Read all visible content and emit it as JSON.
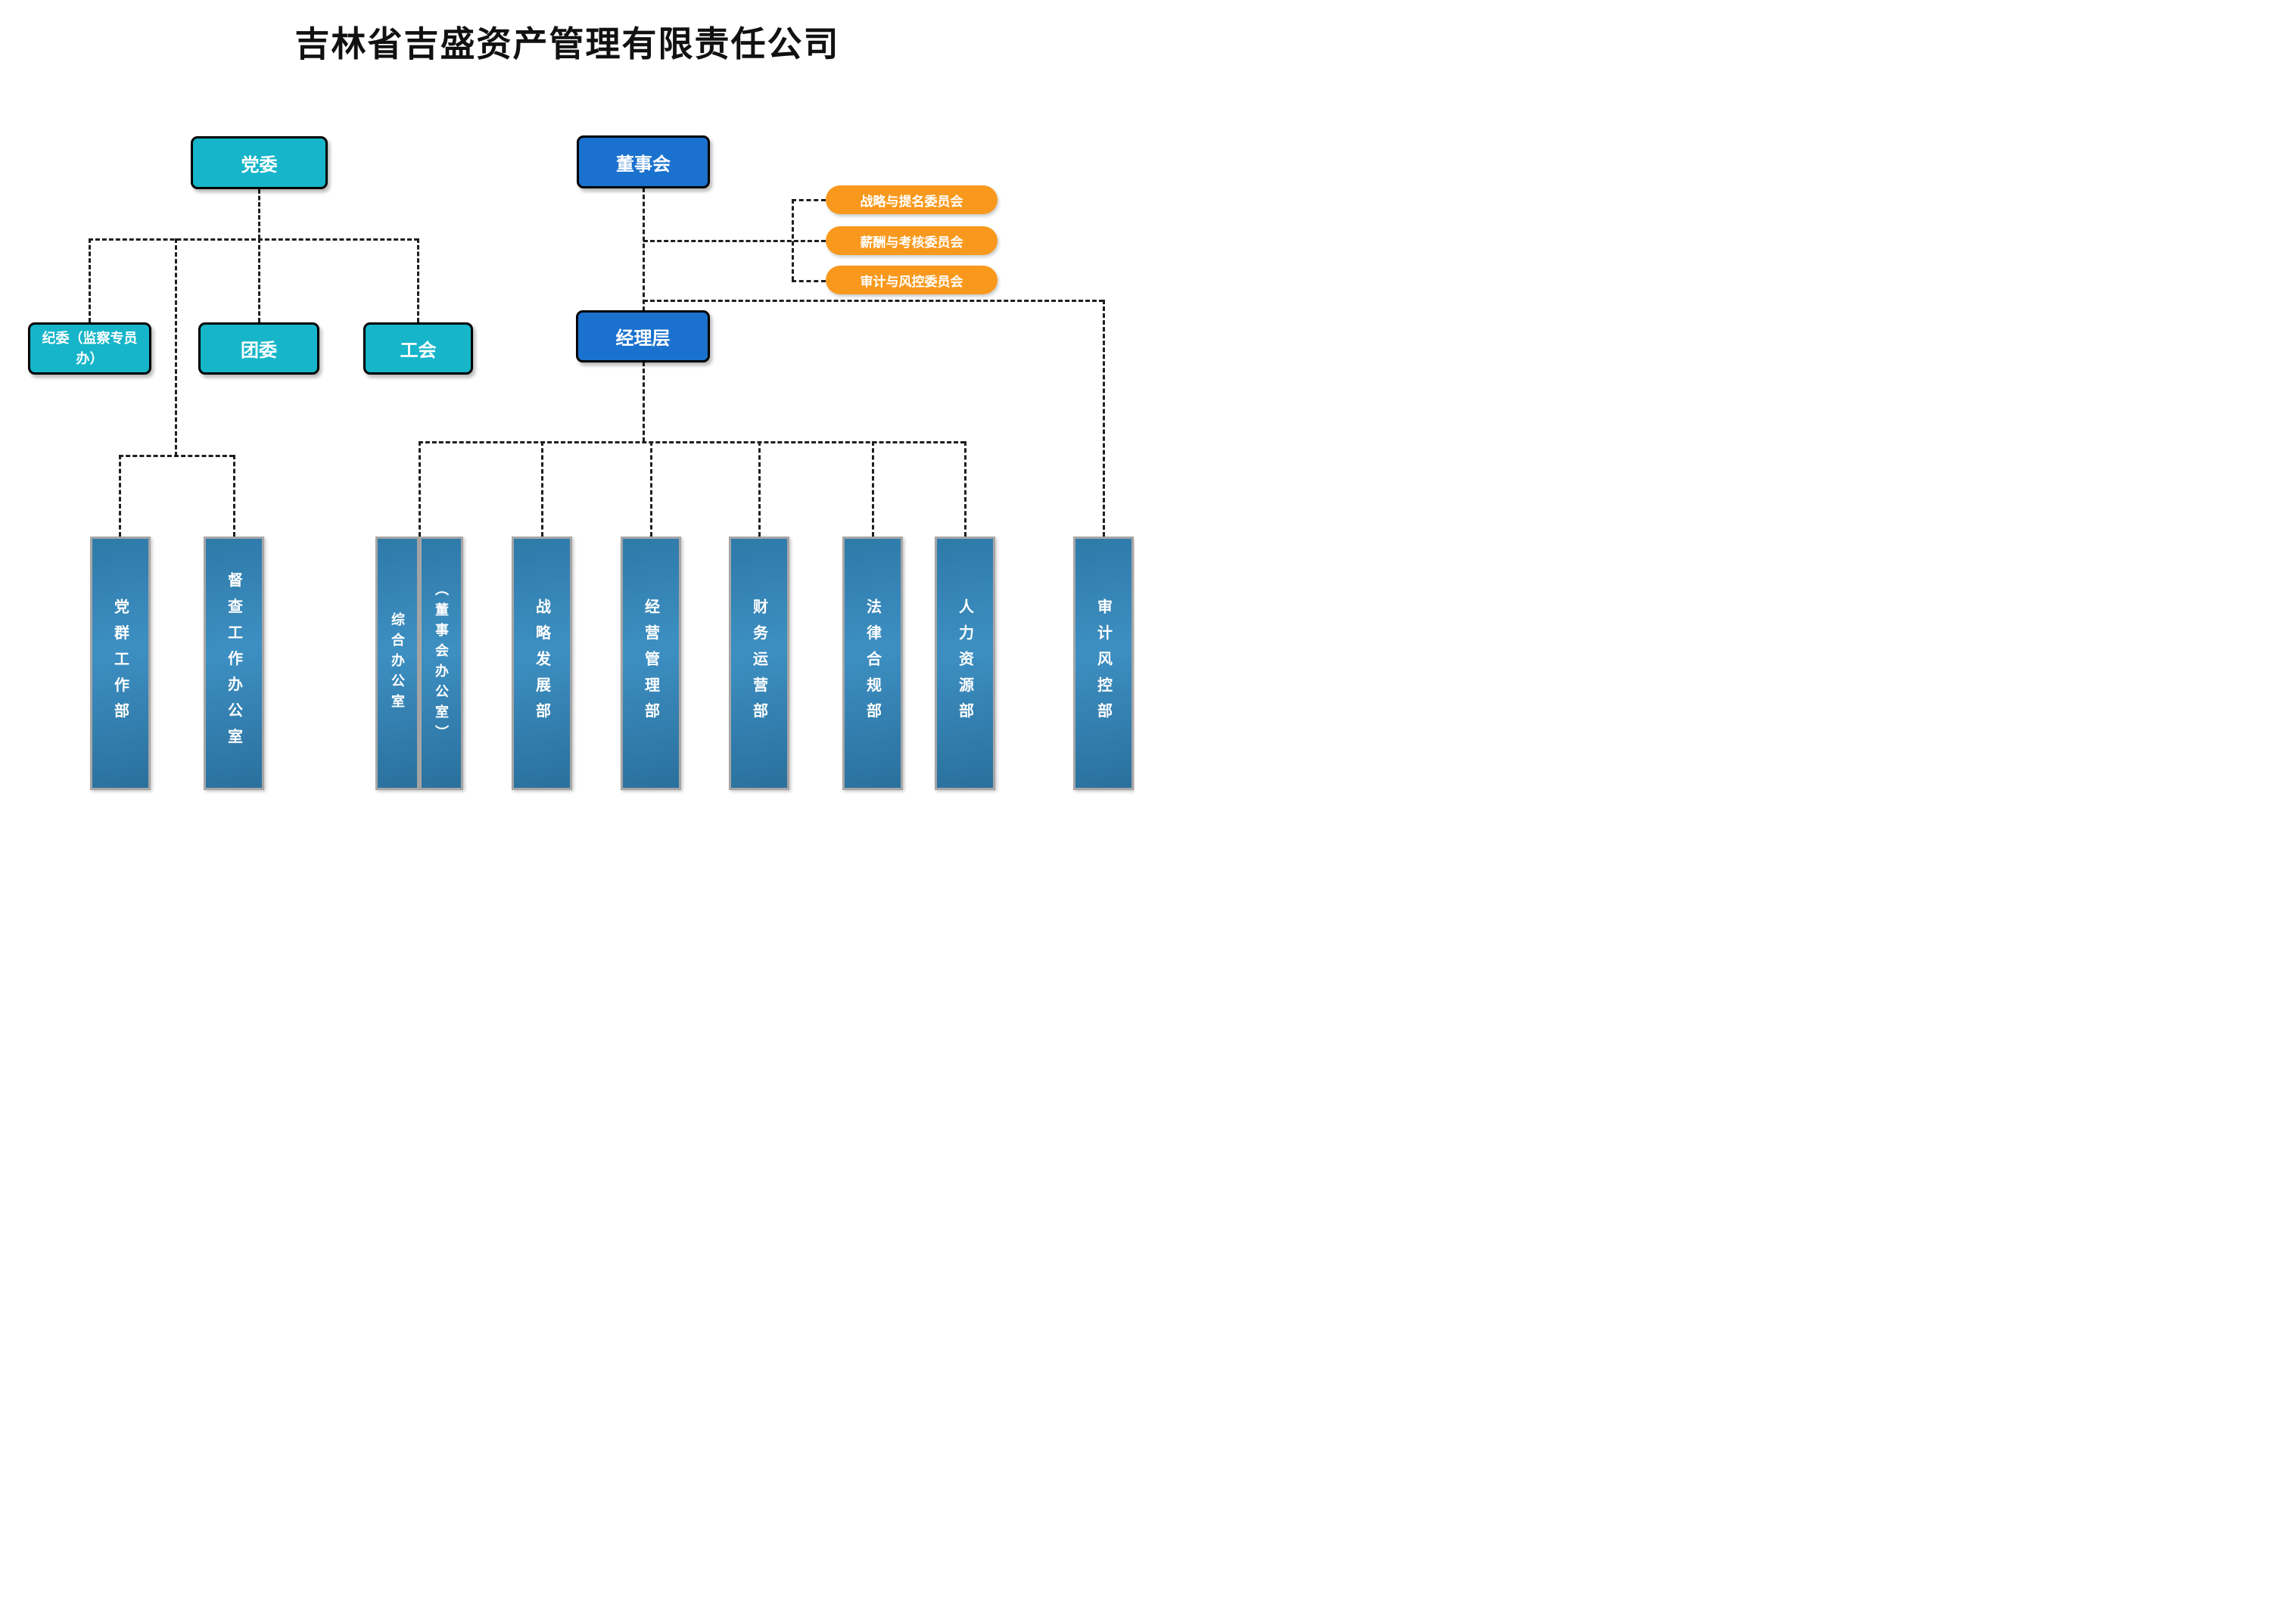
{
  "title": "吉林省吉盛资产管理有限责任公司",
  "nodes": {
    "party_committee": {
      "label": "党委"
    },
    "board": {
      "label": "董事会"
    },
    "discipline": {
      "label": "纪委（监察专员办）"
    },
    "youth_league": {
      "label": "团委"
    },
    "labor_union": {
      "label": "工会"
    },
    "management": {
      "label": "经理层"
    }
  },
  "committees": [
    {
      "label": "战略与提名委员会"
    },
    {
      "label": "薪酬与考核委员会"
    },
    {
      "label": "审计与风控委员会"
    }
  ],
  "departments": {
    "party": [
      {
        "label": "党群工作部"
      },
      {
        "label": "督查工作办公室"
      }
    ],
    "management": [
      {
        "label": "综合办公室"
      },
      {
        "label": "（董事会办公室）"
      },
      {
        "label": "战略发展部"
      },
      {
        "label": "经营管理部"
      },
      {
        "label": "财务运营部"
      },
      {
        "label": "法律合规部"
      },
      {
        "label": "人力资源部"
      }
    ],
    "board": [
      {
        "label": "审计风控部"
      }
    ]
  },
  "colors": {
    "cyan_box": "#16b5c9",
    "blue_box": "#1b72ce",
    "orange_pill": "#f8991d",
    "dept_gradient_top": "#2e7aa9",
    "dept_gradient_mid": "#3d8fc2",
    "dept_gradient_bottom": "#2a709d",
    "dept_border": "#a6a6a6",
    "line": "#1f1f1f",
    "title_text": "#111111"
  }
}
